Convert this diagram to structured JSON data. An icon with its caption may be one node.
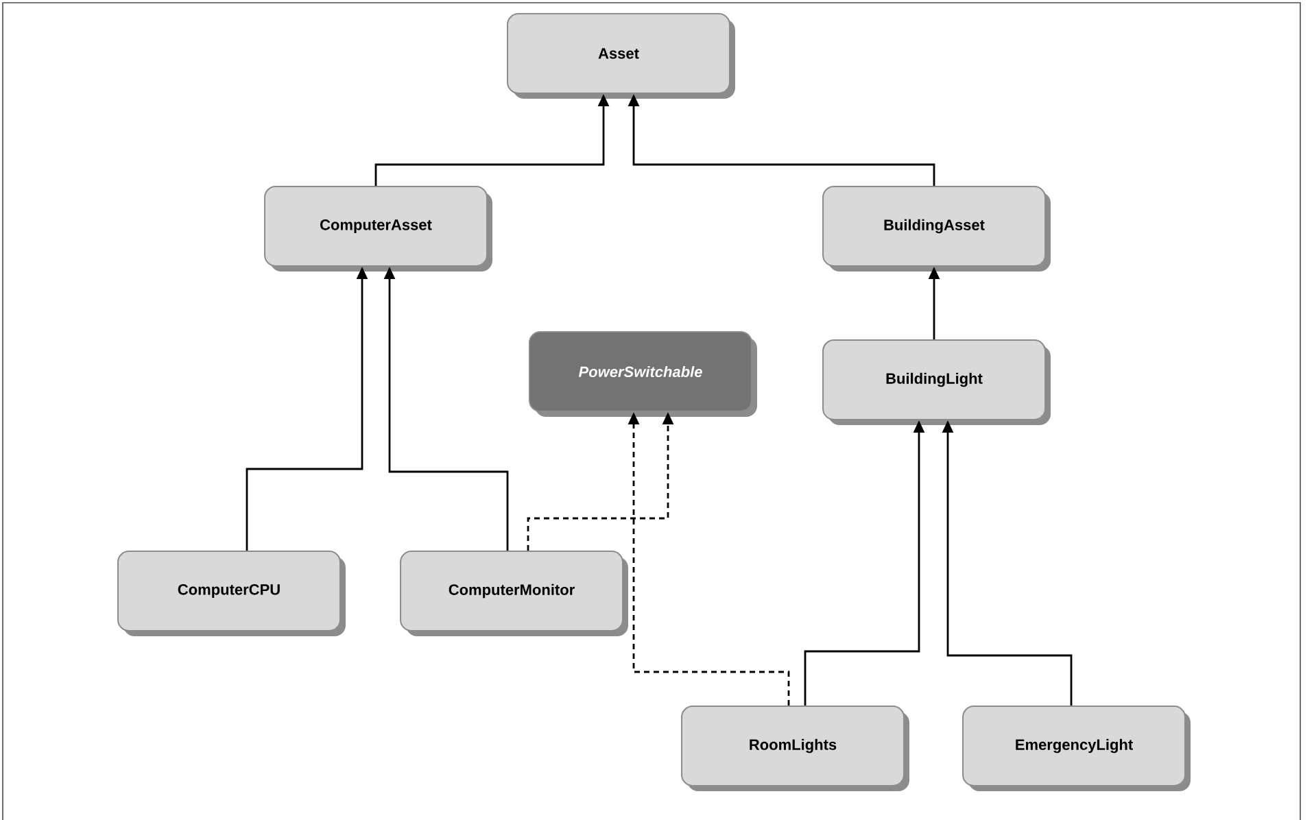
{
  "diagram": {
    "nodes": [
      {
        "text": [
          "Asset"
        ]
      },
      {
        "text": [
          "ComputerAsset"
        ]
      },
      {
        "text": [
          "BuildingAsset"
        ]
      },
      {
        "text": [
          "PowerSwitchable"
        ]
      },
      {
        "text": [
          "BuildingLight"
        ]
      },
      {
        "text": [
          "ComputerCPU"
        ]
      },
      {
        "text": [
          "ComputerMonitor"
        ]
      },
      {
        "text": [
          "RoomLights"
        ]
      },
      {
        "text": [
          "EmergencyLight"
        ]
      }
    ],
    "edges": [
      {
        "from": 1,
        "to": 0,
        "arrow": "to"
      },
      {
        "from": 2,
        "to": 0,
        "arrow": "to"
      },
      {
        "from": 5,
        "to": 1,
        "arrow": "to"
      },
      {
        "from": 6,
        "to": 1,
        "arrow": "to"
      },
      {
        "from": 6,
        "to": 3,
        "arrow": "to",
        "style": "dashed"
      },
      {
        "from": 7,
        "to": 3,
        "arrow": "to",
        "style": "dashed"
      },
      {
        "from": 4,
        "to": 2,
        "arrow": "to"
      },
      {
        "from": 7,
        "to": 4,
        "arrow": "to"
      },
      {
        "from": 8,
        "to": 4,
        "arrow": "to"
      }
    ]
  }
}
